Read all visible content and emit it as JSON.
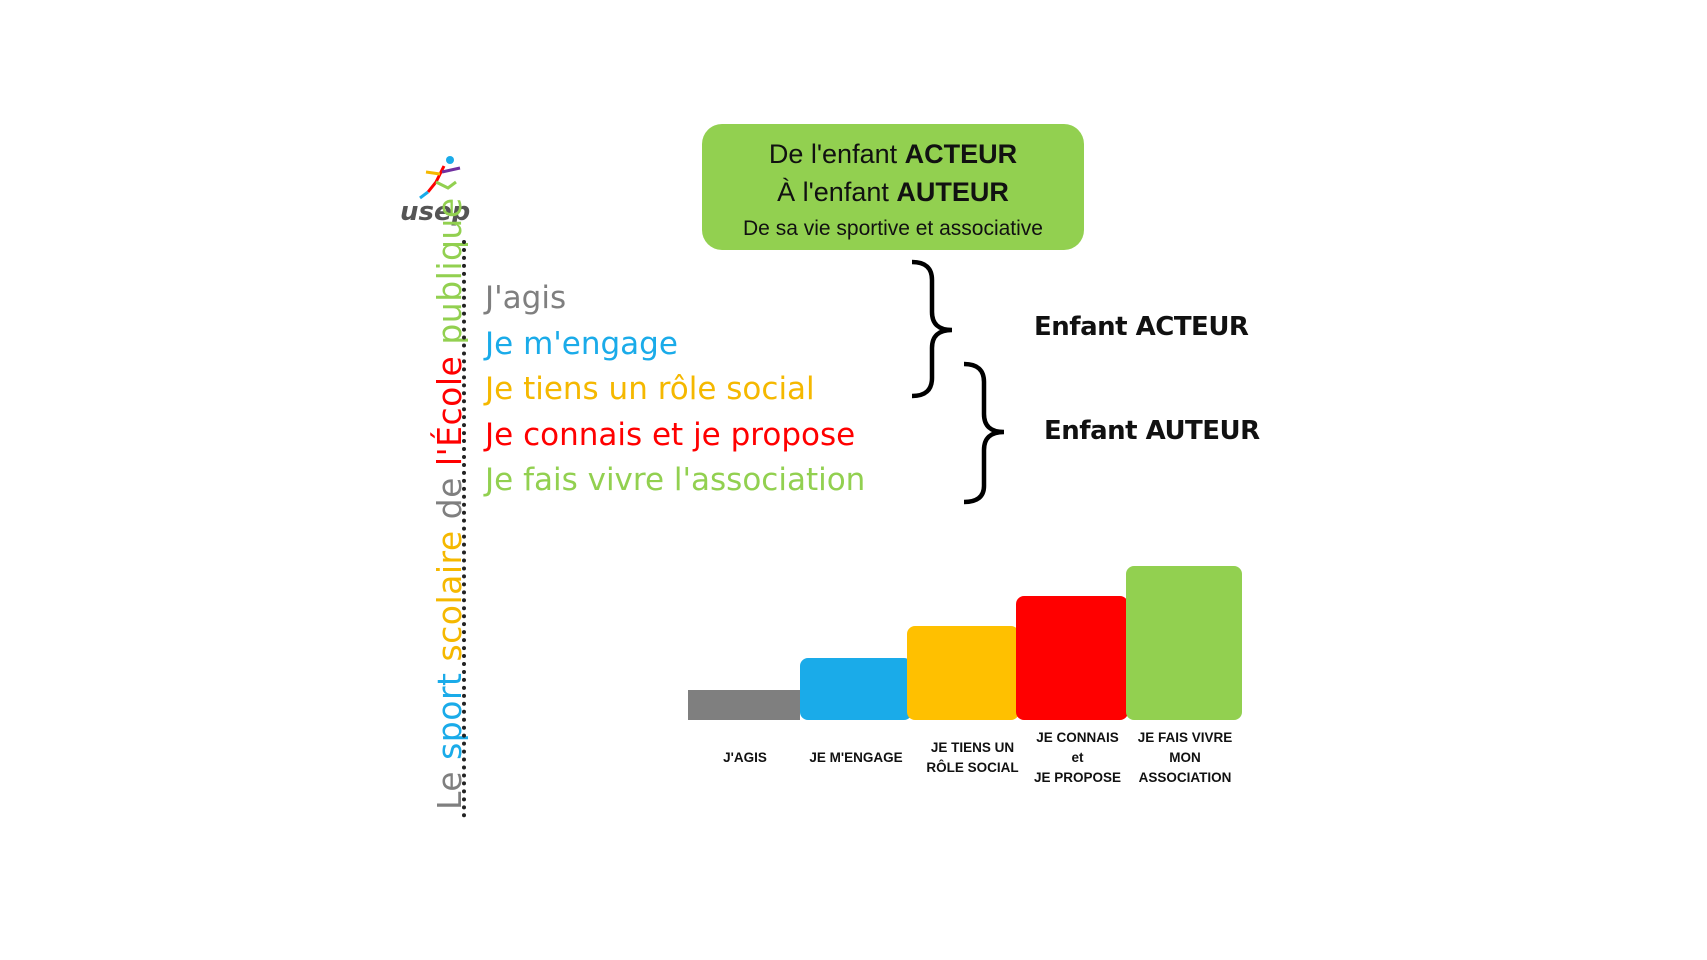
{
  "logo": {
    "text": "usep"
  },
  "slogan": {
    "words": [
      {
        "text": "Le",
        "color": "#7f7f7f"
      },
      {
        "text": "sport",
        "color": "#1aabe9"
      },
      {
        "text": "scolaire",
        "color": "#f5b800"
      },
      {
        "text": "de",
        "color": "#7f7f7f"
      },
      {
        "text": "l'École",
        "color": "#ff0000"
      },
      {
        "text": "publique",
        "color": "#92d050"
      }
    ]
  },
  "levels": [
    {
      "text": "J'agis",
      "color": "#7f7f7f"
    },
    {
      "text": "Je m'engage",
      "color": "#1aabe9"
    },
    {
      "text": "Je tiens un rôle social",
      "color": "#f5b800"
    },
    {
      "text": "Je connais et je propose",
      "color": "#ff0000"
    },
    {
      "text": "Je fais vivre l'association",
      "color": "#92d050"
    }
  ],
  "header": {
    "line1_prefix": "De l'enfant ",
    "line1_bold": "ACTEUR",
    "line2_prefix": "À l'enfant ",
    "line2_bold": "AUTEUR",
    "line3": "De sa vie sportive et associative",
    "color": "#92d050"
  },
  "braces": {
    "acteur": "Enfant ACTEUR",
    "auteur": "Enfant AUTEUR"
  },
  "stairs": [
    {
      "label": "J'AGIS",
      "color": "#7f7f7f",
      "level": 1
    },
    {
      "label": "JE M'ENGAGE",
      "color": "#1aabe9",
      "level": 2
    },
    {
      "label": "JE TIENS UN\nRÔLE SOCIAL",
      "color": "#ffc000",
      "level": 3
    },
    {
      "label": "JE CONNAIS\net\nJE PROPOSE",
      "color": "#ff0000",
      "level": 4
    },
    {
      "label": "JE FAIS VIVRE\nMON\nASSOCIATION",
      "color": "#92d050",
      "level": 5
    }
  ]
}
